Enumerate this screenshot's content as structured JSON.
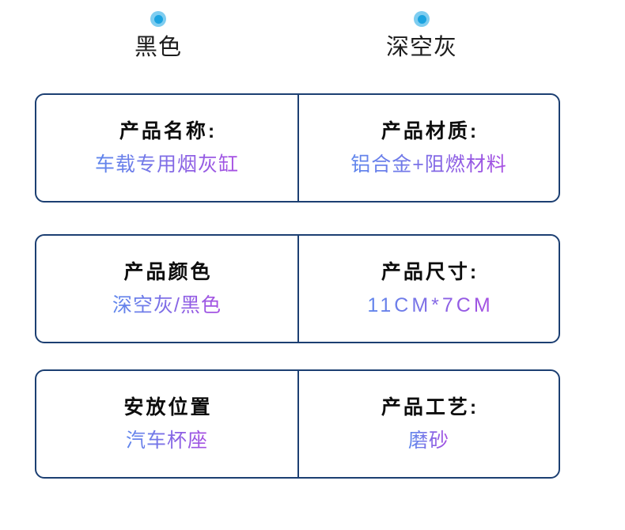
{
  "page": {
    "background_color": "#ffffff",
    "border_color": "#1c3f72",
    "dot_outer_color": "#7ecdf0",
    "dot_inner_color": "#1ba3e0",
    "value_gradient_from": "#5f86ec",
    "value_gradient_to": "#a84fe2",
    "label_color": "#0d0d0d"
  },
  "color_options": [
    {
      "name": "黑色",
      "marker": "dot-marker-icon"
    },
    {
      "name": "深空灰",
      "marker": "dot-marker-icon"
    }
  ],
  "spec_table": {
    "rows": [
      {
        "left": {
          "label": "产品名称:",
          "value": "车载专用烟灰缸",
          "wide": false
        },
        "right": {
          "label": "产品材质:",
          "value": "铝合金+阻燃材料",
          "wide": false
        }
      },
      {
        "left": {
          "label": "产品颜色",
          "value": "深空灰/黑色",
          "wide": false
        },
        "right": {
          "label": "产品尺寸:",
          "value": "11CM*7CM",
          "wide": true
        }
      },
      {
        "left": {
          "label": "安放位置",
          "value": "汽车杯座",
          "wide": false
        },
        "right": {
          "label": "产品工艺:",
          "value": "磨砂",
          "wide": false
        }
      }
    ]
  }
}
